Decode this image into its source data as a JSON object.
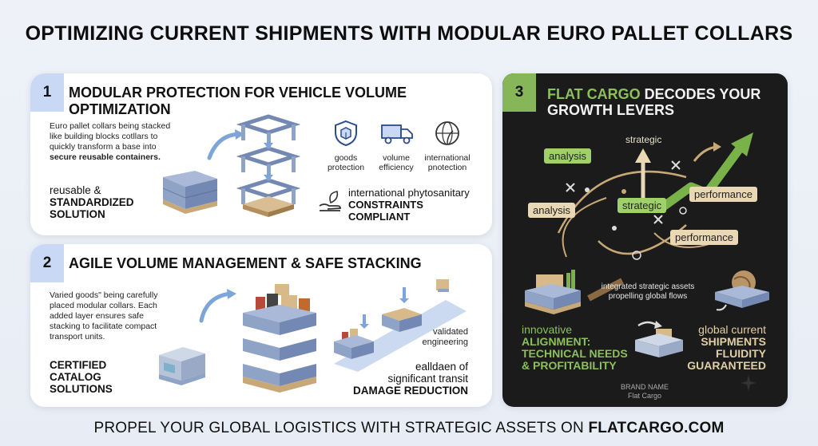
{
  "title": "OPTIMIZING CURRENT SHIPMENTS WITH MODULAR EURO PALLET COLLARS",
  "footer": {
    "prefix": "PROPEL YOUR GLOBAL LOGISTICS WITH STRATEGIC ASSETS ON",
    "site": "FLATCARGO.COM"
  },
  "card1": {
    "number": "1",
    "heading": "MODULAR PROTECTION FOR VEHICLE VOLUME OPTIMIZATION",
    "description": [
      "Euro pallet collars being stacked",
      "like building blocks cotllars to",
      "quickly transform a base into",
      "secure reusable containers."
    ],
    "reuse_line1": "reusable &",
    "reuse_line2": "STANDARDIZED",
    "reuse_line3": "SOLUTION",
    "icons": [
      {
        "icon": "shield-box-icon",
        "line1": "goods",
        "line2": "protection"
      },
      {
        "icon": "truck-icon",
        "line1": "volume",
        "line2": "efficiency"
      },
      {
        "icon": "globe-leaf-icon",
        "line1": "international",
        "line2": "pnotection"
      }
    ],
    "phyto_line1": "international phytosanitary",
    "phyto_line2": "CONSTRAINTS",
    "phyto_line3": "COMPLIANT"
  },
  "card2": {
    "number": "2",
    "heading": "AGILE VOLUME MANAGEMENT & SAFE STACKING",
    "description": [
      "Varied goods\" being carefully",
      "placed modular collars. Each",
      "added layer ensures safe",
      "stacking to facilitate compact",
      "transport units."
    ],
    "catalog_line1": "CERTIFIED",
    "catalog_line2": "CATALOG",
    "catalog_line3": "SOLUTIONS",
    "validated_line1": "validated",
    "validated_line2": "engineering",
    "damage_line1": "ealldaen of",
    "damage_line2": "significant transit",
    "damage_line3": "DAMAGE REDUCTION"
  },
  "card3": {
    "number": "3",
    "heading_green": "FLAT CARGO",
    "heading_rest": " DECODES YOUR",
    "heading_line2": "GROWTH LEVERS",
    "words": {
      "strategic_top": "strategic",
      "analysis_top": "analysis",
      "analysis_left": "analysis",
      "strategic_mid": "strategic",
      "performance_right": "performance",
      "performance_bottom": "performance"
    },
    "assets_line1": "integrated strategic assets",
    "assets_line2": "propelling global flows",
    "alignment_line1": "innovative",
    "alignment_line2": "ALIGNMENT:",
    "alignment_line3": "TECHNICAL NEEDS",
    "alignment_line4": "& PROFITABILITY",
    "fluidity_line1": "global current",
    "fluidity_line2": "SHIPMENTS",
    "fluidity_line3": "FLUIDITY",
    "fluidity_line4": "GUARANTEED",
    "brand_line1": "BRAND NAME",
    "brand_line2": "Flat Cargo"
  },
  "colors": {
    "dark_bg": "#1b1b1b",
    "green": "#8cc05a",
    "beige": "#ead8b4",
    "blue_badge": "#c9d8f5",
    "pallet_blue": "#8fa3c7",
    "wood": "#c9a878"
  }
}
